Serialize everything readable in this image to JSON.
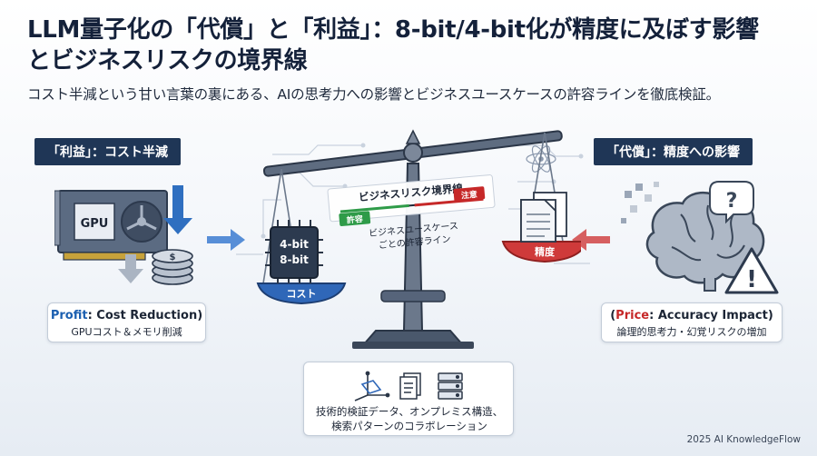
{
  "header": {
    "title_line1": "LLM量子化の「代償」と「利益」：8-bit/4-bit化が精度に及ぼす影響",
    "title_line2": "とビジネスリスクの境界線",
    "subtitle": "コスト半減という甘い言葉の裏にある、AIの思考力への影響とビジネスユースケースの許容ラインを徹底検証。"
  },
  "left_panel": {
    "tag": "「利益」：コスト半減",
    "gpu_label": "GPU",
    "box_head_accent": "Profit",
    "box_head_rest": ": Cost Reduction)",
    "box_sub": "GPUコスト＆メモリ削減"
  },
  "right_panel": {
    "tag": "「代償」：精度への影響",
    "box_head_open": "(",
    "box_head_accent": "Price",
    "box_head_rest": ": Accuracy Impact)",
    "box_sub": "論理的思考力・幻覚リスクの増加"
  },
  "scale": {
    "boundary_label": "ビジネスリスク境界線",
    "allow_label": "許容",
    "caution_label": "注意",
    "usecase_line1": "ビジネスユースケース",
    "usecase_line2": "ごとの許容ライン",
    "chip_line1": "4-bit",
    "chip_line2": "8-bit",
    "left_pan_label": "コスト",
    "right_pan_label": "精度"
  },
  "bottom_box": {
    "line1": "技術的検証データ、オンプレミス構造、",
    "line2": "検索パターンのコラボレーション"
  },
  "footer": {
    "credit": "2025 AI KnowledgeFlow"
  },
  "colors": {
    "navy": "#1f3656",
    "blue": "#1b5fb0",
    "red": "#c62828",
    "green": "#2e9b48"
  }
}
